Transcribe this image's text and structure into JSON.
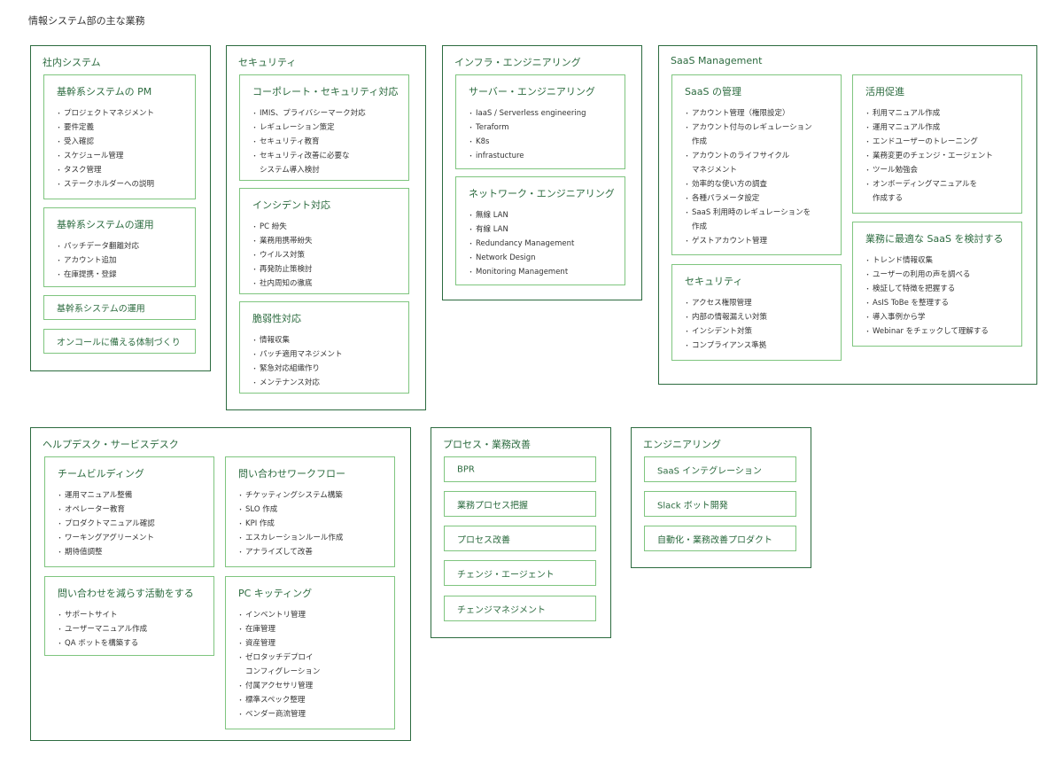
{
  "title": "情報システム部の主な業務",
  "colors": {
    "group_border": "#2c6b3f",
    "box_border": "#7fc57f",
    "heading": "#2c6b3f",
    "text": "#333333"
  },
  "groups": {
    "internal": {
      "title": "社内システム",
      "boxes": [
        {
          "title": "基幹系システムの PM",
          "items": [
            "プロジェクトマネジメント",
            "要件定義",
            "受入確認",
            "スケジュール管理",
            "タスク管理",
            "ステークホルダーへの説明"
          ]
        },
        {
          "title": "基幹系システムの運用",
          "items": [
            "パッチデータ翻離対応",
            "アカウント追加",
            "在庫提携・登録"
          ]
        }
      ],
      "simple": [
        "基幹系システムの運用",
        "オンコールに備える体制づくり"
      ]
    },
    "security": {
      "title": "セキュリティ",
      "boxes": [
        {
          "title": "コーポレート・セキュリティ対応",
          "items": [
            "IMIS、プライバシーマーク対応",
            "レギュレーション策定",
            "セキュリティ教育",
            "セキュリティ改善に必要な"
          ],
          "cont": "システム導入検討"
        },
        {
          "title": "インシデント対応",
          "items": [
            "PC 紛失",
            "業務用携帯紛失",
            "ウイルス対策",
            "再発防止策検討",
            "社内周知の徹底"
          ]
        },
        {
          "title": "脆弱性対応",
          "items": [
            "情報収集",
            "パッチ適用マネジメント",
            "緊急対応組織作り",
            "メンテナンス対応"
          ]
        }
      ]
    },
    "infra": {
      "title": "インフラ・エンジニアリング",
      "boxes": [
        {
          "title": "サーバー・エンジニアリング",
          "items": [
            "IaaS / Serverless engineering",
            "Teraform",
            "K8s",
            "infrastucture"
          ]
        },
        {
          "title": "ネットワーク・エンジニアリング",
          "items": [
            "無線 LAN",
            "有線 LAN",
            "Redundancy Management",
            "Network Design",
            "Monitoring Management"
          ]
        }
      ]
    },
    "saas": {
      "title": "SaaS Management",
      "kanri": {
        "title": "SaaS の管理",
        "l1": "アカウント管理（権限設定）",
        "l2": "アカウント付与のレギュレーション",
        "l2c": "作成",
        "l3": "アカウントのライフサイクル",
        "l3c": "マネジメント",
        "l4": "効率的な使い方の調査",
        "l5": "各種パラメータ設定",
        "l6": "SaaS 利用時のレギュレーションを",
        "l6c": "作成",
        "l7": "ゲストアカウント管理"
      },
      "security": {
        "title": "セキュリティ",
        "items": [
          "アクセス権限管理",
          "内部の情報漏えい対策",
          "インシデント対策",
          "コンプライアンス準拠"
        ]
      },
      "katsuyo": {
        "title": "活用促進",
        "items": [
          "利用マニュアル作成",
          "運用マニュアル作成",
          "エンドユーザーのトレーニング",
          "業務変更のチェンジ・エージェント",
          "ツール勉強会",
          "オンボーディングマニュアルを"
        ],
        "cont": "作成する"
      },
      "kento": {
        "title": "業務に最適な SaaS を検討する",
        "items": [
          "トレンド情報収集",
          "ユーザーの利用の声を調べる",
          "検証して特徴を把握する",
          "AsIS ToBe を整理する",
          "導入事例から学",
          "Webinar をチェックして理解する"
        ]
      }
    },
    "helpdesk": {
      "title": "ヘルプデスク・サービスデスク",
      "boxes": [
        {
          "title": "チームビルディング",
          "items": [
            "運用マニュアル整備",
            "オペレーター教育",
            "プロダクトマニュアル確認",
            "ワーキングアグリーメント",
            "期待值調整"
          ]
        },
        {
          "title": "問い合わせワークフロー",
          "items": [
            "チケッティングシステム構築",
            "SLO 作成",
            "KPI 作成",
            "エスカレーションルール作成",
            "アナライズして改善"
          ]
        },
        {
          "title": "問い合わせを減らす活動をする",
          "items": [
            "サポートサイト",
            "ユーザーマニュアル作成",
            "QA ボットを構築する"
          ]
        }
      ],
      "pc": {
        "title": "PC キッティング",
        "l1": "インベントリ管理",
        "l2": "在庫管理",
        "l3": "資産管理",
        "l4": "ゼロタッチデプロイ",
        "l4c": "コンフィグレーション",
        "l5": "付属アクセサリ管理",
        "l6": "標準スペック整理",
        "l7": "ベンダー商流管理"
      }
    },
    "process": {
      "title": "プロセス・業務改善",
      "items": [
        "BPR",
        "業務プロセス把握",
        "プロセス改善",
        "チェンジ・エージェント",
        "チェンジマネジメント"
      ]
    },
    "engineering": {
      "title": "エンジニアリング",
      "items": [
        "SaaS インテグレーション",
        "Slack ボット開発",
        "自動化・業務改善プロダクト"
      ]
    }
  }
}
